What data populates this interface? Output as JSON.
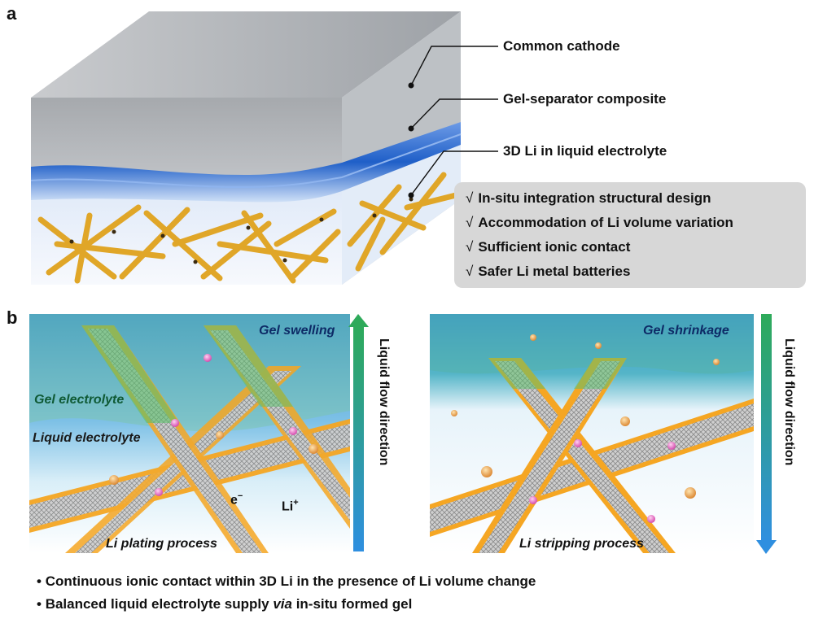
{
  "panel_a": {
    "letter": "a",
    "labels": {
      "cathode": "Common cathode",
      "gel_separator": "Gel-separator composite",
      "li_3d": "3D Li in liquid electrolyte"
    },
    "features": [
      "In-situ integration structural design",
      "Accommodation of Li volume variation",
      "Sufficient ionic contact",
      "Safer Li metal batteries"
    ],
    "check_mark": "√"
  },
  "panel_b": {
    "letter": "b",
    "left": {
      "top_label": "Gel swelling",
      "gel_label": "Gel electrolyte",
      "liquid_label": "Liquid electrolyte",
      "electron": "e",
      "electron_sup": "−",
      "li_ion": "Li",
      "li_ion_sup": "+",
      "bottom_label": "Li plating process",
      "arrow_label": "Liquid flow direction"
    },
    "right": {
      "top_label": "Gel shrinkage",
      "bottom_label": "Li stripping process",
      "arrow_label": "Liquid flow direction"
    }
  },
  "bullets": {
    "b1": "Continuous ionic contact within 3D Li in the presence of Li volume change",
    "b2_pre": "Balanced liquid electrolyte supply ",
    "b2_via": "via",
    "b2_post": " in-situ formed gel"
  },
  "colors": {
    "cathode_grey": "#a8abb0",
    "gel_blue": "#1f5fc8",
    "li_fiber": "#e0a628",
    "feature_box": "#d7d7d7",
    "arrow_green": "#2eaa5a",
    "arrow_blue": "#2f8fe0",
    "fiber_orange": "#f5a623",
    "li_ion_pink": "#e25bbd"
  }
}
